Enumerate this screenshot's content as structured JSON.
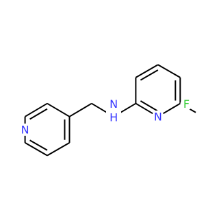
{
  "molecule": {
    "atoms": [
      {
        "id": "n_pyridine_a",
        "label": "N",
        "color": "#3333ff"
      },
      {
        "id": "nh",
        "label": "N",
        "color": "#3333ff",
        "hydrogen": "H"
      },
      {
        "id": "n_pyridine_b",
        "label": "N",
        "color": "#3333ff"
      },
      {
        "id": "f",
        "label": "F",
        "color": "#33cc33"
      }
    ],
    "bond_color": "#000000",
    "background": "#ffffff"
  }
}
